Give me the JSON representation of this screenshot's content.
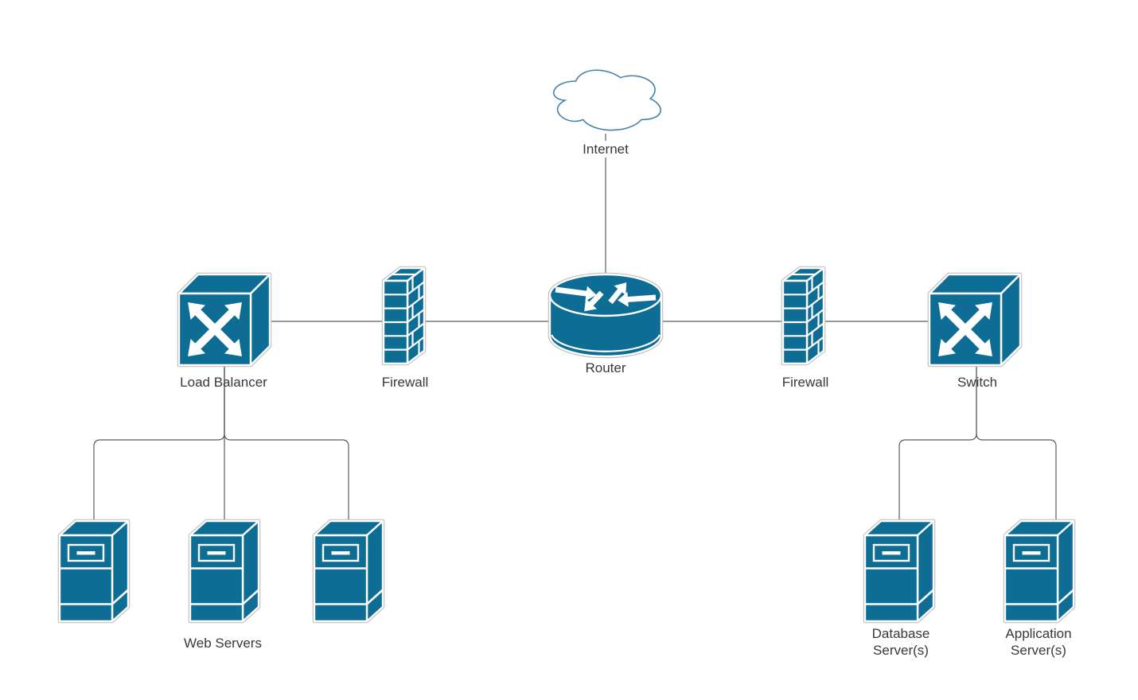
{
  "diagram": {
    "colors": {
      "node_fill": "#0e6d94",
      "icon_detail": "#ffffff",
      "connector": "#5c5c5c",
      "cloud_stroke": "#4383ab",
      "label_text": "#383838",
      "background": "#ffffff"
    },
    "nodes": {
      "internet": {
        "label": "Internet",
        "icon": "cloud"
      },
      "load_balancer": {
        "label": "Load Balancer",
        "icon": "crossed-arrows-cube"
      },
      "firewall_left": {
        "label": "Firewall",
        "icon": "brick-wall"
      },
      "router": {
        "label": "Router",
        "icon": "router-cylinder"
      },
      "firewall_right": {
        "label": "Firewall",
        "icon": "brick-wall"
      },
      "switch": {
        "label": "Switch",
        "icon": "crossed-arrows-cube"
      },
      "web_servers": {
        "label": "Web Servers",
        "icon": "server-tower",
        "count": 3
      },
      "database_server": {
        "label": "Database Server(s)",
        "icon": "server-tower"
      },
      "application_server": {
        "label": "Application Server(s)",
        "icon": "server-tower"
      }
    },
    "edges": [
      {
        "from": "internet",
        "to": "router"
      },
      {
        "from": "load_balancer",
        "to": "firewall_left"
      },
      {
        "from": "firewall_left",
        "to": "router"
      },
      {
        "from": "router",
        "to": "firewall_right"
      },
      {
        "from": "firewall_right",
        "to": "switch"
      },
      {
        "from": "load_balancer",
        "to": "web_server_1"
      },
      {
        "from": "load_balancer",
        "to": "web_server_2"
      },
      {
        "from": "load_balancer",
        "to": "web_server_3"
      },
      {
        "from": "switch",
        "to": "database_server"
      },
      {
        "from": "switch",
        "to": "application_server"
      }
    ]
  }
}
